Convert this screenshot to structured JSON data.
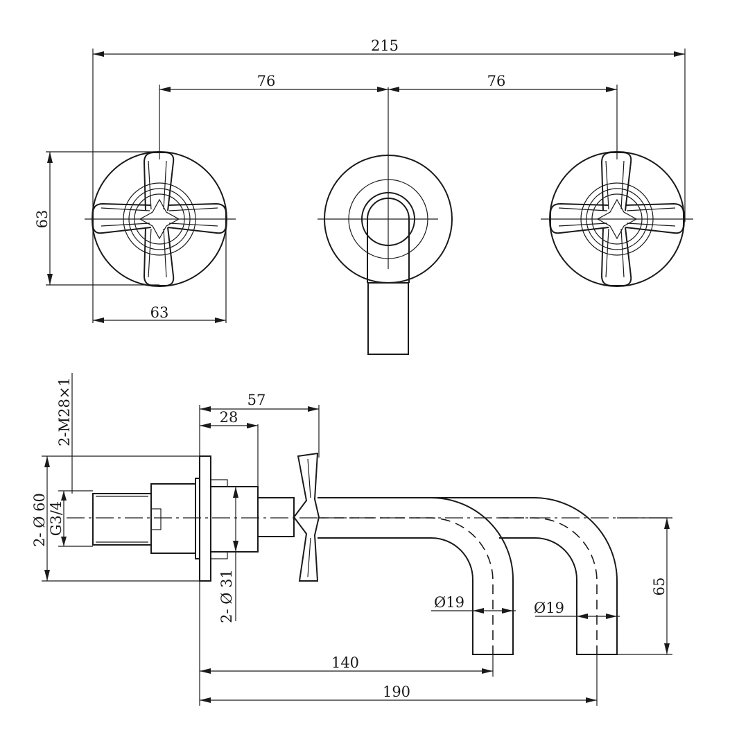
{
  "front_view": {
    "dims": {
      "overall_width": "215",
      "left_spacing": "76",
      "right_spacing": "76",
      "handle_height": "63",
      "handle_width": "63"
    }
  },
  "side_view": {
    "dims": {
      "thread": "2-M28×1",
      "depth_57": "57",
      "depth_28": "28",
      "flange_dia": "2- Ø 60",
      "inlet_thread": "G3/4",
      "body_dia": "2- Ø 31",
      "spout1_dia": "Ø19",
      "spout2_dia": "Ø19",
      "spout_height": "65",
      "reach_140": "140",
      "reach_190": "190"
    }
  }
}
